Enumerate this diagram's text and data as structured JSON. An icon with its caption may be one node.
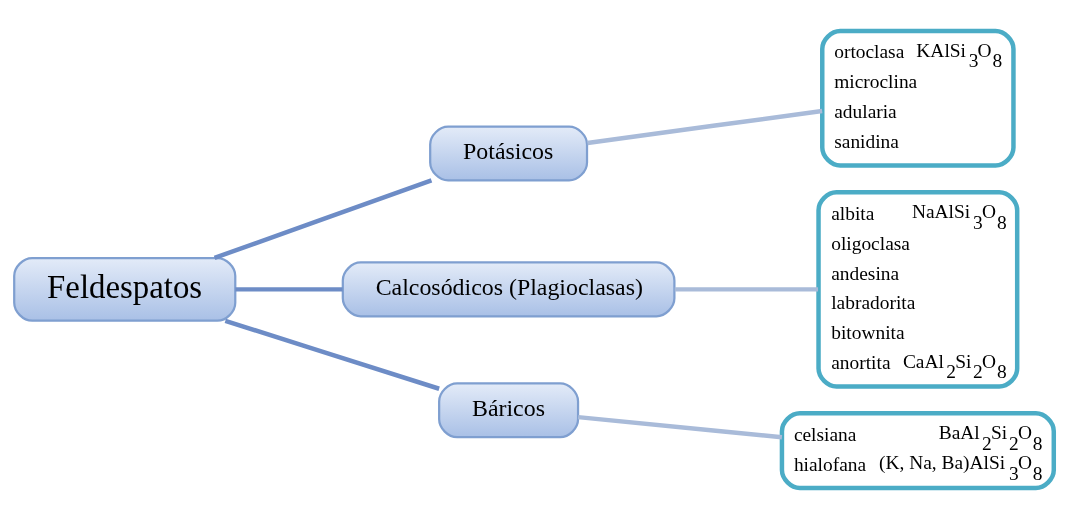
{
  "diagram": {
    "nodes": [
      {
        "text": [
          "Feldespatos"
        ]
      },
      {
        "text": [
          "Potásicos"
        ]
      },
      {
        "text": [
          "Calcosódicos (Plagioclasas)"
        ]
      },
      {
        "text": [
          "Báricos"
        ]
      },
      {
        "text": [
          "ortoclasa",
          "KAlSi$_{3}$O$_{8}$",
          "microclina",
          "adularia",
          "sanidina"
        ]
      },
      {
        "text": [
          "albita",
          "NaAlSi$_{3}$O$_{8}$",
          "oligoclasa",
          "andesina",
          "labradorita",
          "bitownita",
          "anortita",
          "CaAl$_{2}$Si$_{2}$O$_{8}$"
        ]
      },
      {
        "text": [
          "celsiana",
          "BaAl$_{2}$Si$_{2}$O$_{8}$",
          "hialofana",
          "(K, Na, Ba)AlSi$_{3}$O$_{8}$"
        ]
      }
    ],
    "edges": [
      {
        "from": 0,
        "to": 1,
        "arrow": "none"
      },
      {
        "from": 0,
        "to": 2,
        "arrow": "none"
      },
      {
        "from": 0,
        "to": 3,
        "arrow": "none"
      },
      {
        "from": 1,
        "to": 4,
        "arrow": "none",
        "color": "#a9bbd9"
      },
      {
        "from": 2,
        "to": 5,
        "arrow": "none",
        "color": "#a9bbd9"
      },
      {
        "from": 3,
        "to": 6,
        "arrow": "none",
        "color": "#a9bbd9"
      }
    ]
  }
}
